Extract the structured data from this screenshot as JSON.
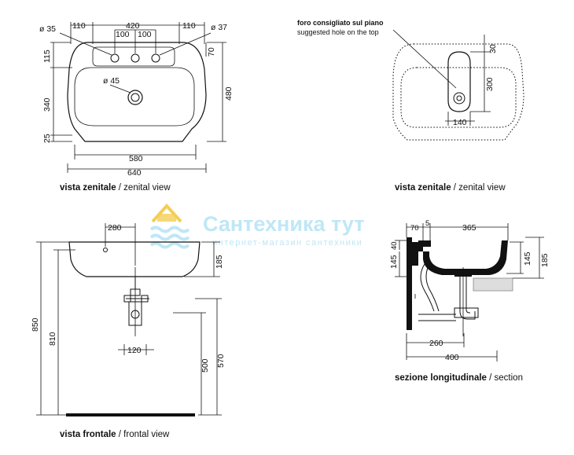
{
  "watermark": {
    "title": "Сантехника тут",
    "subtitle": "интернет-магазин сантехники",
    "color": "#b5e3f5",
    "logo_color": "#f2c63a"
  },
  "views": {
    "top_left": {
      "caption_bold": "vista zenitale",
      "caption_rest": " / zenital view",
      "dims": {
        "d35": "ø 35",
        "d37": "ø 37",
        "d45": "ø 45",
        "w110a": "110",
        "w420": "420",
        "w110b": "110",
        "w100a": "100",
        "w100b": "100",
        "h115": "115",
        "h340": "340",
        "h25": "25",
        "h70": "70",
        "h480": "480",
        "w580": "580",
        "w640": "640"
      }
    },
    "top_right": {
      "caption_bold": "vista zenitale",
      "caption_rest": " / zenital view",
      "note_it": "foro consigliato sul piano",
      "note_en": "suggested hole on the top",
      "dims": {
        "h30": "30",
        "h300": "300",
        "w140": "140"
      }
    },
    "front": {
      "caption_bold": "vista frontale",
      "caption_rest": " / frontal view",
      "dims": {
        "w280": "280",
        "h185": "185",
        "w120": "120",
        "h850": "850",
        "h810": "810",
        "h500": "500",
        "h570": "570"
      }
    },
    "section": {
      "caption_bold": "sezione longitudinale",
      "caption_rest": " / section",
      "dims": {
        "w70": "70",
        "w5": "5",
        "w365": "365",
        "h40": "40",
        "h145l": "145",
        "h145r": "145",
        "h185": "185",
        "w260": "260",
        "w400": "400"
      }
    }
  }
}
